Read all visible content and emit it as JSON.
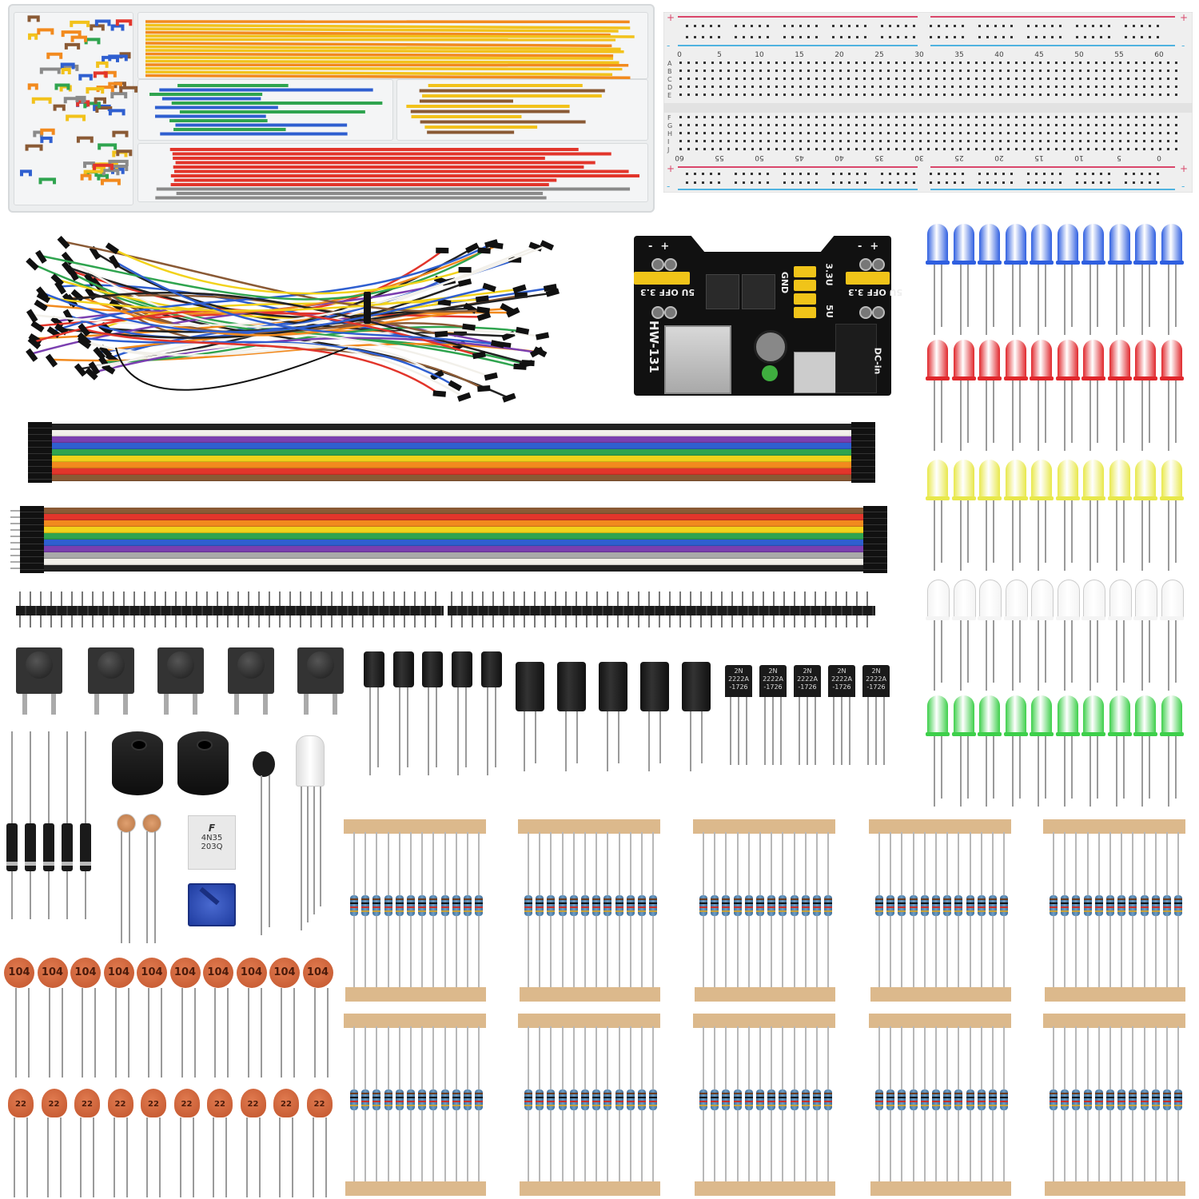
{
  "breadboard": {
    "top_numbers": [
      "0",
      "5",
      "10",
      "15",
      "20",
      "25",
      "30",
      "35",
      "40",
      "45",
      "50",
      "55",
      "60"
    ],
    "bottom_numbers": [
      "60",
      "55",
      "50",
      "45",
      "40",
      "35",
      "30",
      "25",
      "20",
      "15",
      "10",
      "5",
      "0"
    ],
    "rows_top": [
      "A",
      "B",
      "C",
      "D",
      "E"
    ],
    "rows_bottom": [
      "F",
      "G",
      "H",
      "I",
      "J"
    ],
    "rail_plus": "+",
    "rail_minus": "-"
  },
  "power_module": {
    "model": "HW-131",
    "left_jumper_labels": [
      "3.3",
      "OFF",
      "5U"
    ],
    "right_jumper_labels": [
      "3.3",
      "OFF",
      "5U"
    ],
    "gnd": "GND",
    "v33": "3.3U",
    "v5": "5U",
    "dc_in": "DC-in",
    "minus": "-",
    "plus": "+"
  },
  "transistor": {
    "lines": [
      "2N",
      "2222A",
      "-1726"
    ]
  },
  "optocoupler": {
    "logo": "F",
    "lines": [
      "4N35",
      "203Q"
    ]
  },
  "ceramic_caps": {
    "large_label": "104",
    "small_label": "22"
  },
  "colors": {
    "led_rows": [
      "#2f5fe0",
      "#e0262b",
      "#e8e84a",
      "#f4f4f4",
      "#3dcf4a"
    ],
    "ribbon_a": [
      "#222222",
      "#f2f0ea",
      "#7b3fb0",
      "#2f5fd0",
      "#2fa44f",
      "#f2d21b",
      "#f28a1e",
      "#e2352b",
      "#8a5a35"
    ],
    "ribbon_b": [
      "#8a5a35",
      "#e2352b",
      "#f28a1e",
      "#f2d21b",
      "#2fa44f",
      "#2f5fd0",
      "#7b3fb0",
      "#a9a9a9",
      "#f2f0ea",
      "#222222"
    ],
    "dupont": [
      "#e2352b",
      "#2f5fd0",
      "#2fa44f",
      "#f2d21b",
      "#f28a1e",
      "#7b3fb0",
      "#222222",
      "#8a5a35",
      "#f2f0ea"
    ],
    "jumpers": [
      "#f2c21b",
      "#f28a1e",
      "#2f5fd0",
      "#2fa44f",
      "#8a5a35",
      "#e2352b",
      "#8a8a8a"
    ],
    "pcb": "#111111",
    "resistor": "#4f80ad",
    "tape": "#dcb98c"
  }
}
